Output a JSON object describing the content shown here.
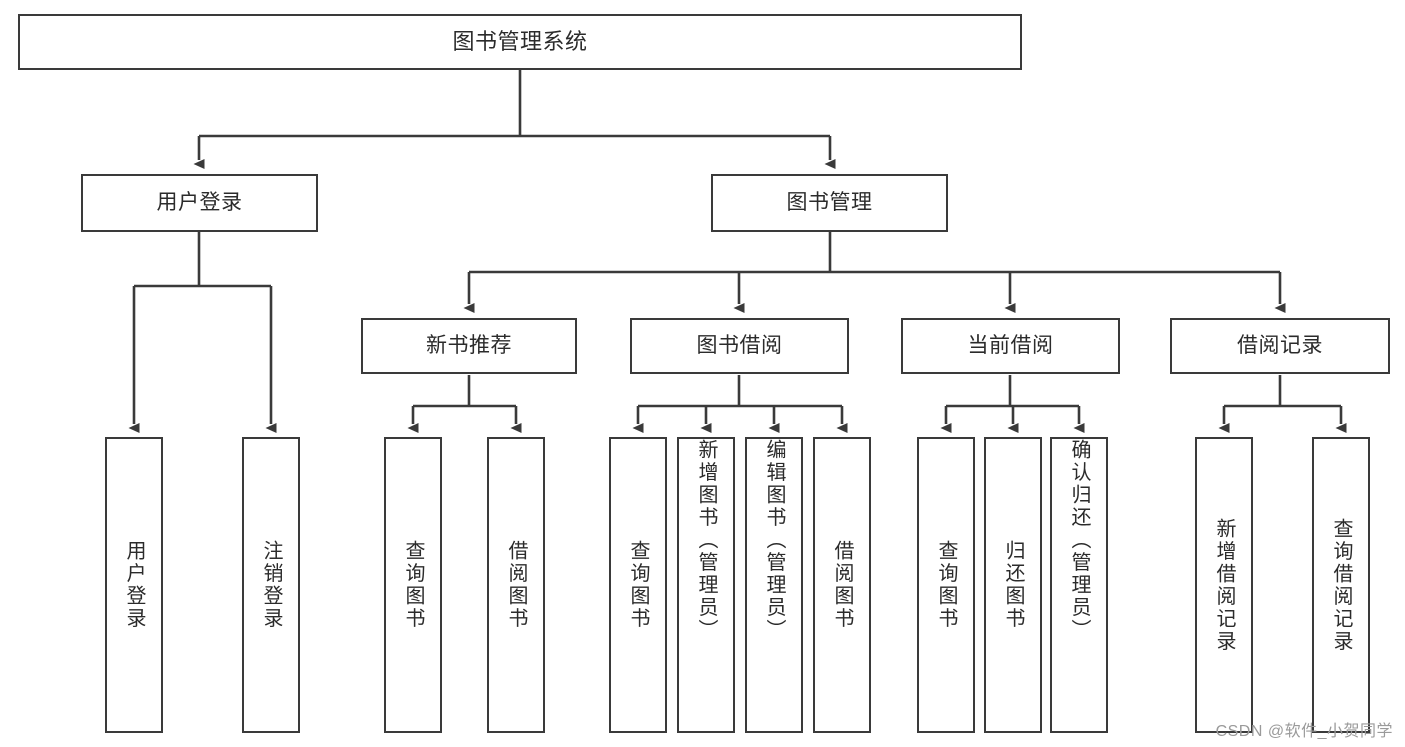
{
  "diagram": {
    "type": "tree-hierarchy",
    "title": "图书管理系统",
    "orientation": "top-down",
    "colors": {
      "box_border": "#3a3a3a",
      "box_fill": "#ffffff",
      "connector": "#3a3a3a",
      "text": "#2b2b2b",
      "watermark": "#9a9a9a"
    },
    "root": {
      "label": "图书管理系统"
    },
    "level2": [
      {
        "label": "用户登录"
      },
      {
        "label": "图书管理"
      }
    ],
    "level3": [
      {
        "label": "新书推荐"
      },
      {
        "label": "图书借阅"
      },
      {
        "label": "当前借阅"
      },
      {
        "label": "借阅记录"
      }
    ],
    "leaves": {
      "user_login": [
        {
          "label": "用户登录"
        },
        {
          "label": "注销登录"
        }
      ],
      "new_book_recommend": [
        {
          "label": "查询图书"
        },
        {
          "label": "借阅图书"
        }
      ],
      "book_borrow": [
        {
          "label": "查询图书"
        },
        {
          "label": "新增图书（管理员）"
        },
        {
          "label": "编辑图书（管理员）"
        },
        {
          "label": "借阅图书"
        }
      ],
      "current_borrow": [
        {
          "label": "查询图书"
        },
        {
          "label": "归还图书"
        },
        {
          "label": "确认归还（管理员）"
        }
      ],
      "borrow_record": [
        {
          "label": "新增借阅记录"
        },
        {
          "label": "查询借阅记录"
        }
      ]
    }
  },
  "watermark": {
    "text": "CSDN @软件_小贺同学"
  }
}
